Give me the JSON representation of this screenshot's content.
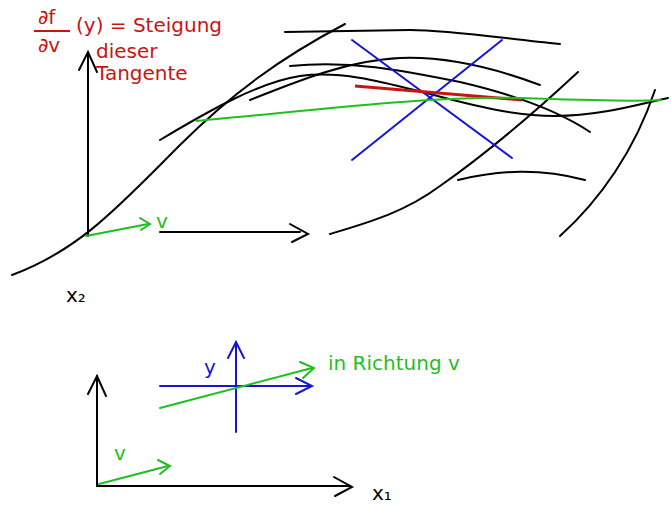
{
  "diagram": {
    "labels": [
      "∂f",
      "∂v",
      "(y) = Steigung",
      "dieser Tangente",
      "v",
      "x₂",
      "y",
      "in Richtung v",
      "v",
      "x₁"
    ]
  }
}
